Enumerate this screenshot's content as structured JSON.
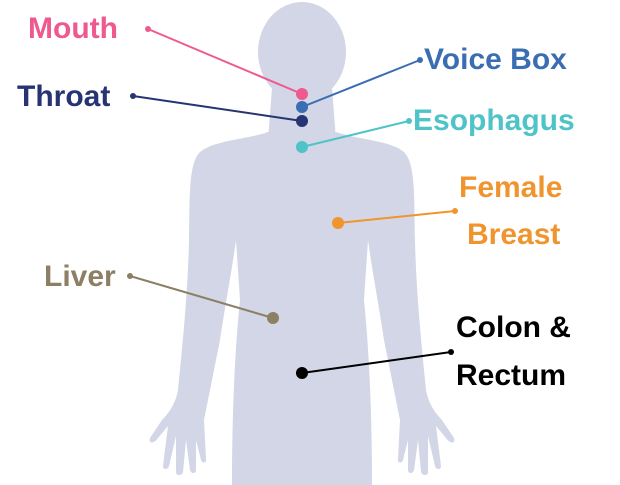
{
  "labels": {
    "mouth": "Mouth",
    "throat": "Throat",
    "voice_box": "Voice Box",
    "esophagus": "Esophagus",
    "female_breast_line1": "Female",
    "female_breast_line2": "Breast",
    "liver": "Liver",
    "colon_line1": "Colon &",
    "colon_line2": "Rectum"
  },
  "colors": {
    "body": "#d2d6e6",
    "mouth": "#ee5a90",
    "throat": "#263473",
    "voice_box": "#3b6db3",
    "esophagus": "#4ec3c8",
    "female_breast": "#f0942e",
    "liver": "#8c7f64",
    "colon": "#000000"
  }
}
